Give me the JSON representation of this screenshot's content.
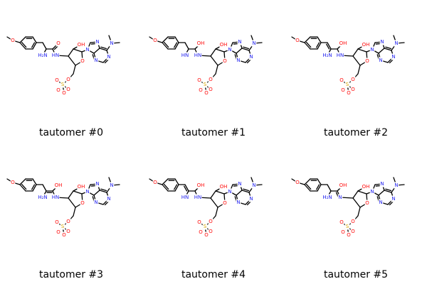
{
  "structures": [
    {
      "label": "tautomer #0",
      "variant": 0
    },
    {
      "label": "tautomer #1",
      "variant": 1
    },
    {
      "label": "tautomer #2",
      "variant": 2
    },
    {
      "label": "tautomer #3",
      "variant": 3
    },
    {
      "label": "tautomer #4",
      "variant": 4
    },
    {
      "label": "tautomer #5",
      "variant": 5
    }
  ],
  "colors": {
    "carbon": "#000000",
    "nitrogen": "#2323f0",
    "oxygen": "#ff0d0d",
    "sulfur": "#d6a400"
  }
}
